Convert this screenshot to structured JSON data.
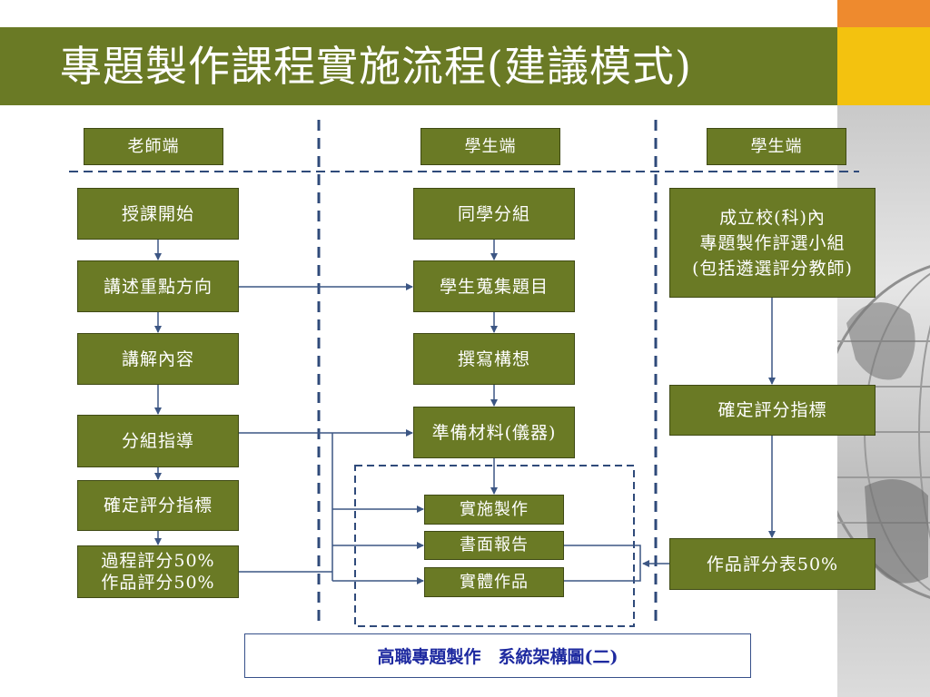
{
  "title": "專題製作課程實施流程(建議模式)",
  "colors": {
    "title_bar": "#6a7a25",
    "box_fill": "#6a7a25",
    "accent_orange": "#ee8a2e",
    "accent_yellow": "#f3c20f",
    "connector": "#3c5684",
    "caption_text": "#1e2aa0"
  },
  "columns": {
    "teacher_header": "老師端",
    "student_header": "學生端",
    "school_header": "學生端"
  },
  "teacher_steps": [
    "授課開始",
    "講述重點方向",
    "講解內容",
    "分組指導",
    "確定評分指標",
    "過程評分50%\n作品評分50%"
  ],
  "student_steps": [
    "同學分組",
    "學生蒐集題目",
    "撰寫構想",
    "準備材料(儀器)",
    "實施製作",
    "書面報告",
    "實體作品"
  ],
  "school_steps": [
    "成立校(科)內\n專題製作評選小組\n(包括遴選評分教師)",
    "確定評分指標",
    "作品評分表50%"
  ],
  "caption": "高職專題製作　系統架構圖(二)"
}
